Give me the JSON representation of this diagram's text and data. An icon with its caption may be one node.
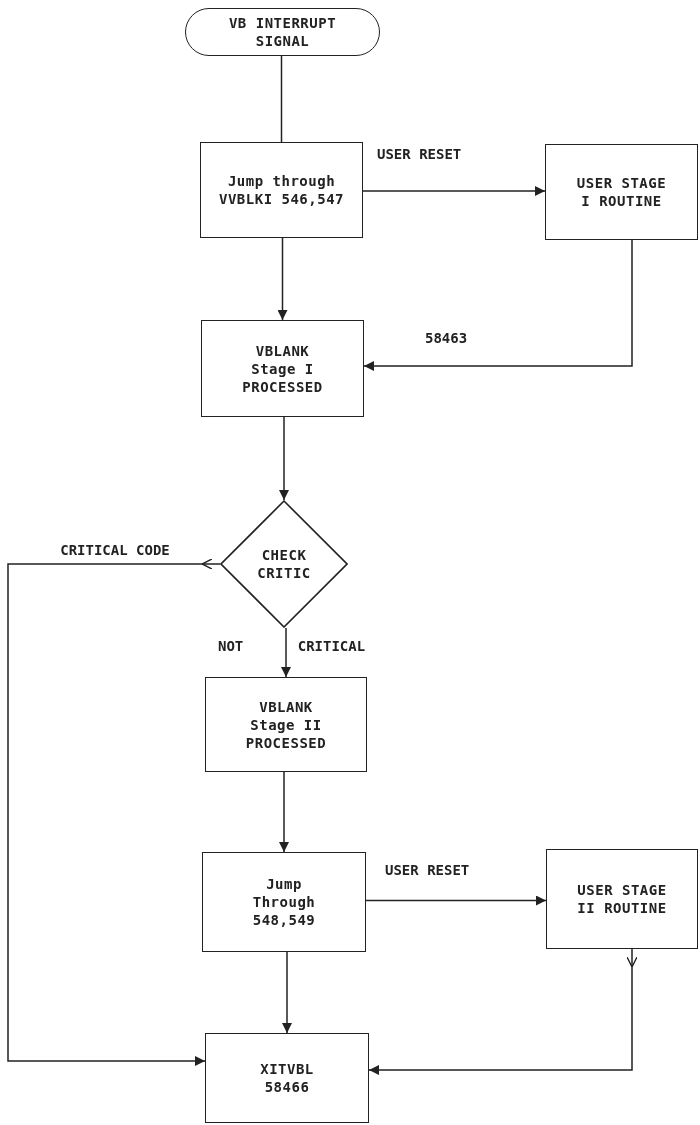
{
  "diagram": {
    "nodes": [
      {
        "text": [
          "VB INTERRUPT SIGNAL"
        ]
      },
      {
        "text": [
          "Jump through VVBLKI 546,547"
        ]
      },
      {
        "text": [
          "USER STAGE I ROUTINE"
        ]
      },
      {
        "text": [
          "VBLANK Stage I PROCESSED"
        ]
      },
      {
        "text": [
          "CHECK CRITIC"
        ]
      },
      {
        "text": [
          "VBLANK Stage II PROCESSED"
        ]
      },
      {
        "text": [
          "Jump Through 548,549"
        ]
      },
      {
        "text": [
          "USER STAGE II ROUTINE"
        ]
      },
      {
        "text": [
          "XITVBL 58466"
        ]
      }
    ],
    "edges": [
      {
        "from": 0,
        "to": 1,
        "arrow": "none"
      },
      {
        "from": 1,
        "to": 2,
        "arrow": "to",
        "label": "USER RESET"
      },
      {
        "from": 2,
        "to": 3,
        "arrow": "to",
        "label": "58463"
      },
      {
        "from": 1,
        "to": 3,
        "arrow": "to"
      },
      {
        "from": 3,
        "to": 4,
        "arrow": "to"
      },
      {
        "from": 4,
        "to": 8,
        "arrow": "to",
        "label": "CRITICAL CODE"
      },
      {
        "from": 4,
        "to": 5,
        "arrow": "to",
        "label": "NOT CRITICAL"
      },
      {
        "from": 5,
        "to": 6,
        "arrow": "to"
      },
      {
        "from": 6,
        "to": 7,
        "arrow": "to",
        "label": "USER RESET"
      },
      {
        "from": 6,
        "to": 8,
        "arrow": "to"
      },
      {
        "from": 7,
        "to": 8,
        "arrow": "to"
      }
    ]
  }
}
